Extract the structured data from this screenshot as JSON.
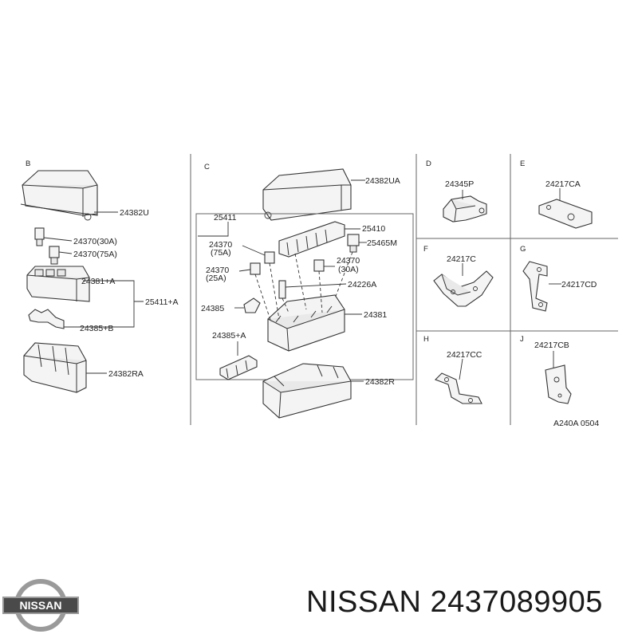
{
  "sections": {
    "b": "B",
    "c": "C",
    "d": "D",
    "e": "E",
    "f": "F",
    "g": "G",
    "h": "H",
    "j": "J"
  },
  "section_b": {
    "cover": "24382U",
    "fuse_30a": "24370(30A)",
    "fuse_75a": "24370(75A)",
    "block": "24381+A",
    "assembly": "25411+A",
    "clip": "24385+B",
    "case": "24382RA"
  },
  "section_c": {
    "cover": "24382UA",
    "assembly": "25411",
    "holder": "25410",
    "relay": "25465M",
    "fuse_75a": [
      "24370",
      "(75A)"
    ],
    "fuse_30a": [
      "24370",
      "(30A)"
    ],
    "fuse_25a": [
      "24370",
      "(25A)"
    ],
    "link": "24226A",
    "clip": "24385",
    "block": "24381",
    "clip_a": "24385+A",
    "case": "24382R"
  },
  "section_d": {
    "part": "24345P"
  },
  "section_e": {
    "part": "24217CA"
  },
  "section_f": {
    "part": "24217C"
  },
  "section_g": {
    "part": "24217CD"
  },
  "section_h": {
    "part": "24217CC"
  },
  "section_j": {
    "part": "24217CB"
  },
  "figure_code": "A240A 0504",
  "brand": {
    "logo_text": "NISSAN",
    "caption": "NISSAN 2437089905",
    "colors": {
      "logo_ring": "#9a9a9a",
      "logo_bar": "#4a4a4a",
      "text": "#1a1a1a"
    }
  }
}
